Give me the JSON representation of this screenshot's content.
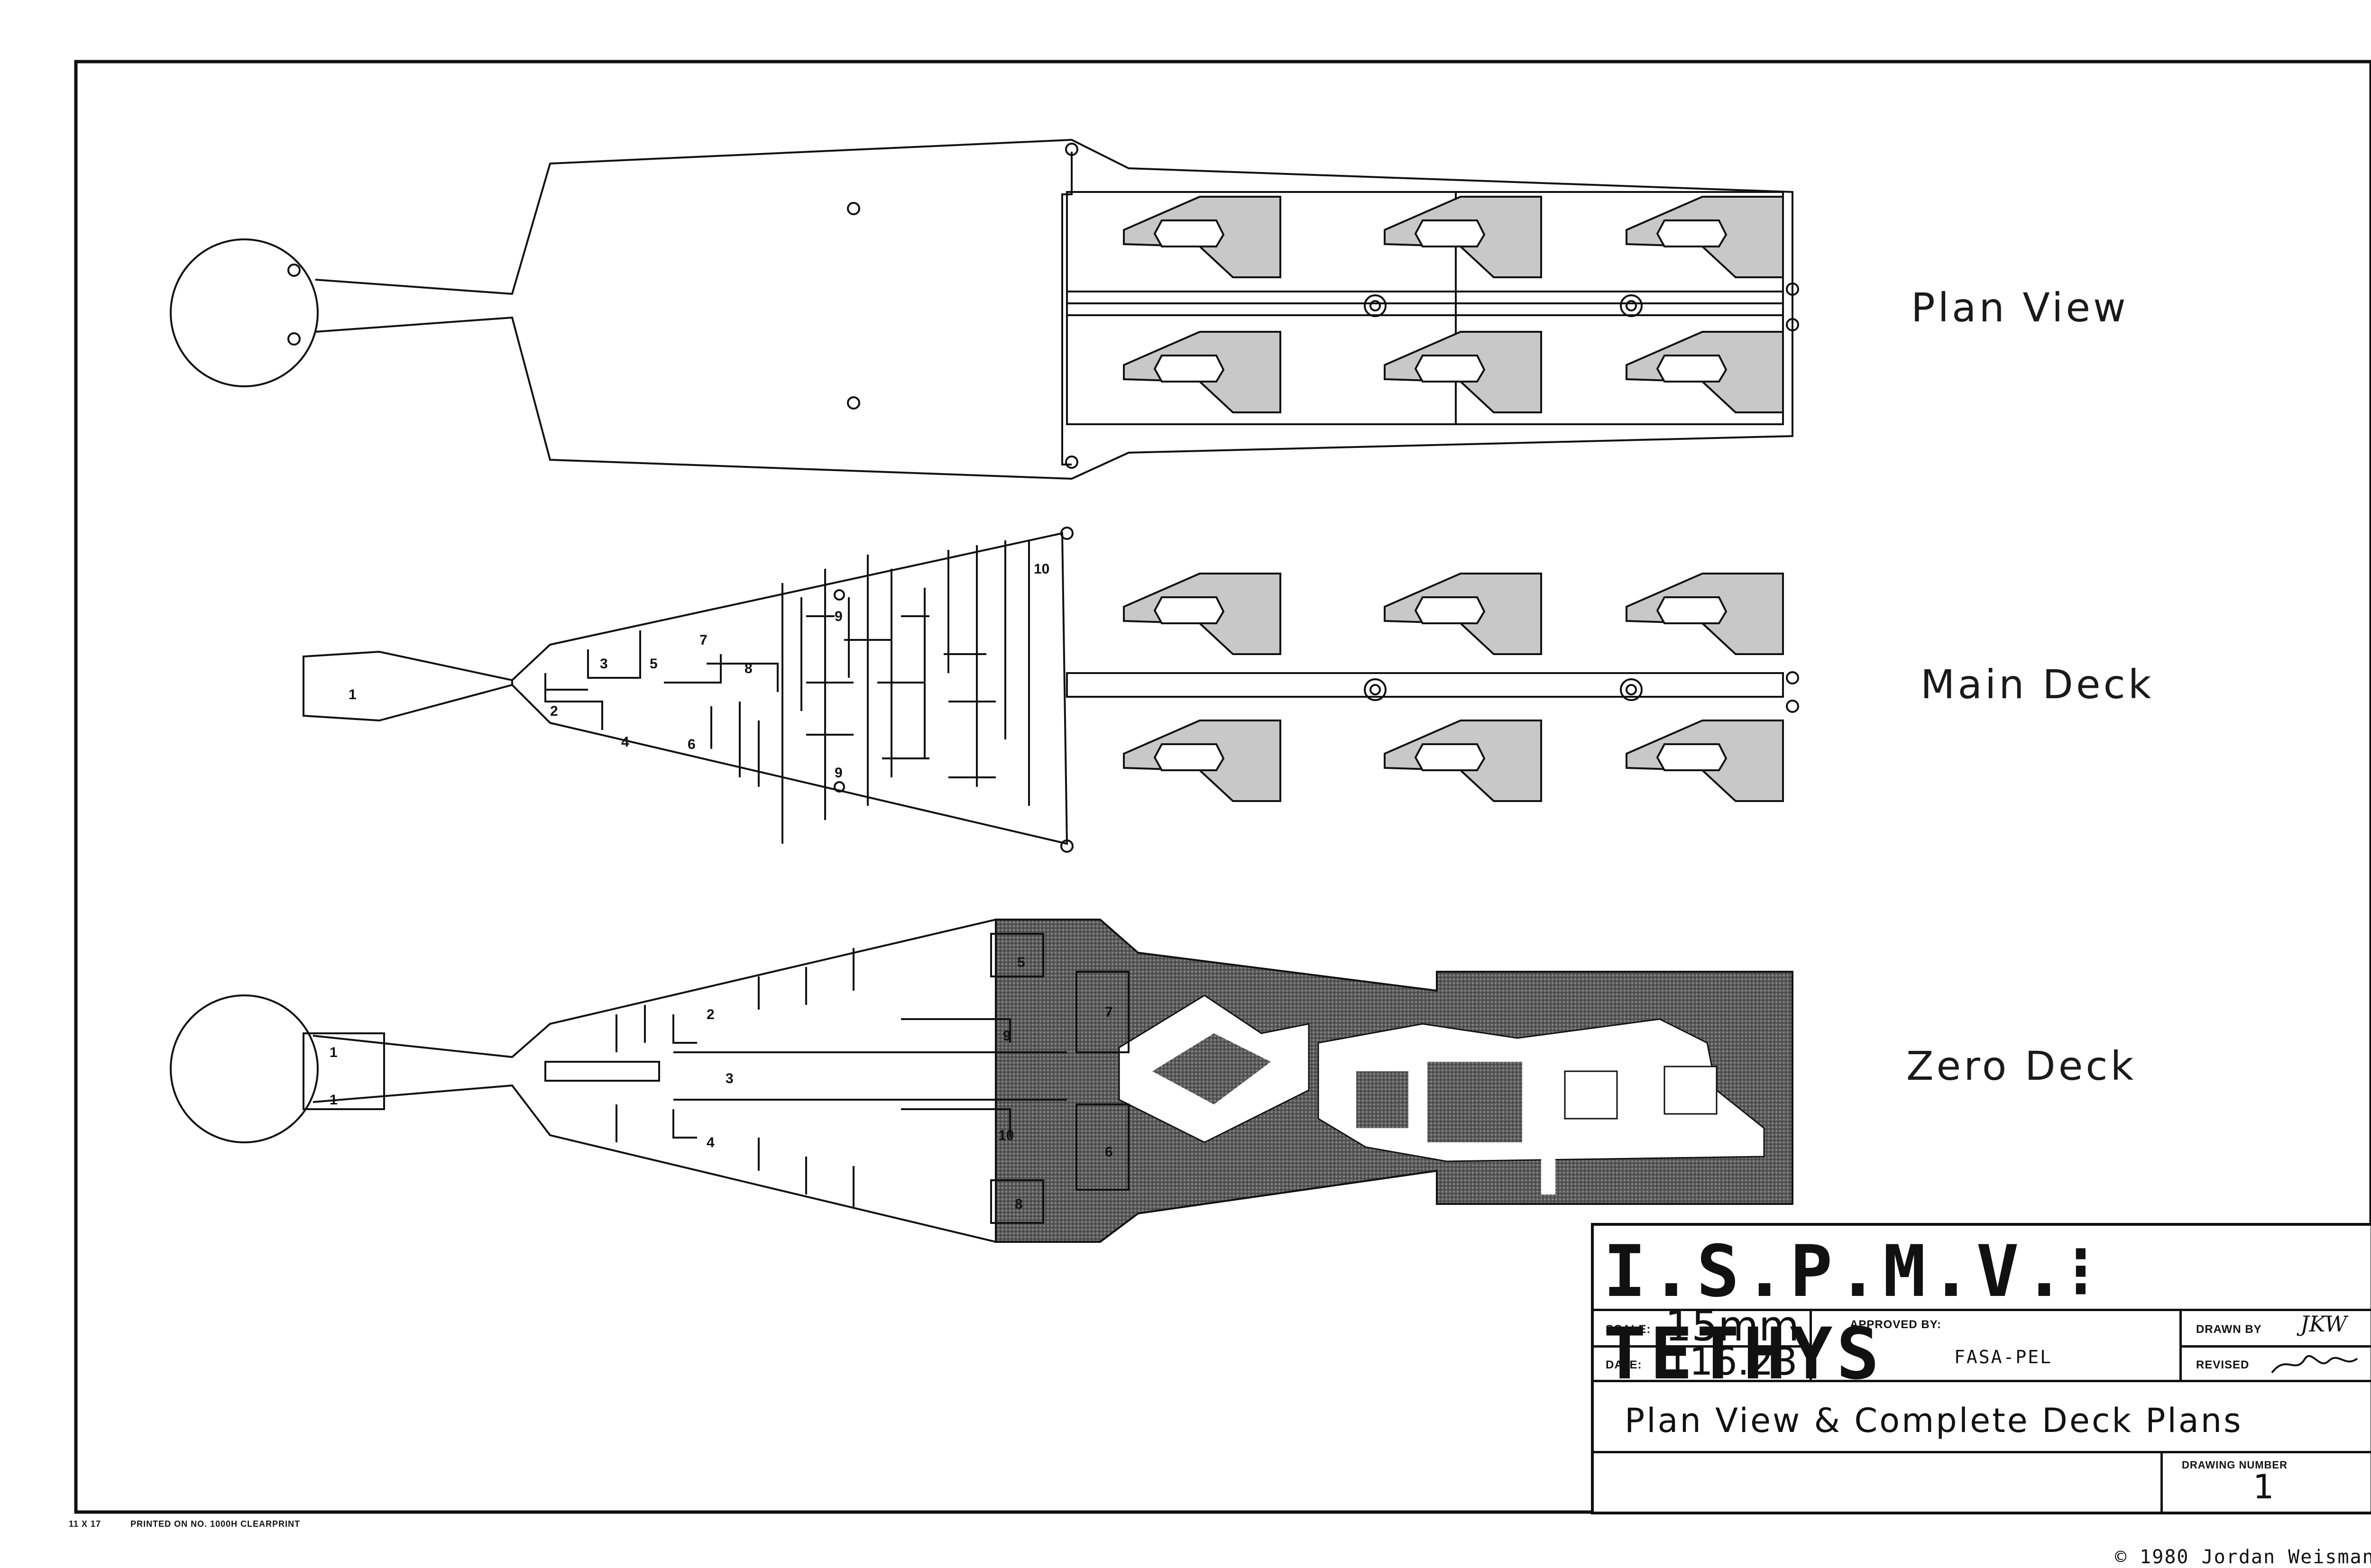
{
  "views": {
    "plan": "Plan View",
    "main": "Main Deck",
    "zero": "Zero Deck"
  },
  "main_deck_rooms": [
    "1",
    "2",
    "3",
    "4",
    "5",
    "6",
    "7",
    "8",
    "9",
    "9",
    "10"
  ],
  "zero_deck_rooms": [
    "1",
    "1",
    "2",
    "3",
    "4",
    "5",
    "6",
    "7",
    "8",
    "9",
    "10"
  ],
  "title_block": {
    "title": "I.S.P.M.V.⁝ TETHYS",
    "scale_label": "SCALE:",
    "scale_value": "15mm",
    "date_label": "DATE:",
    "date_value": "116.23",
    "approved_label": "APPROVED BY:",
    "approved_value": "FASA-PEL",
    "drawn_label": "DRAWN BY",
    "drawn_value": "JKW",
    "revised_label": "REVISED",
    "description": "Plan View & Complete Deck Plans",
    "drawing_number_label": "DRAWING NUMBER",
    "drawing_number": "1"
  },
  "footer": {
    "size": "11 X 17",
    "printed": "PRINTED ON NO. 1000H CLEARPRINT",
    "copyright": "© 1980 Jordan Weisman"
  },
  "colors": {
    "ink": "#111111",
    "bay_fill": "#c8c8c8",
    "hull_dark": "#4a4a4a",
    "hull_stipple": "#6a6a6a"
  }
}
